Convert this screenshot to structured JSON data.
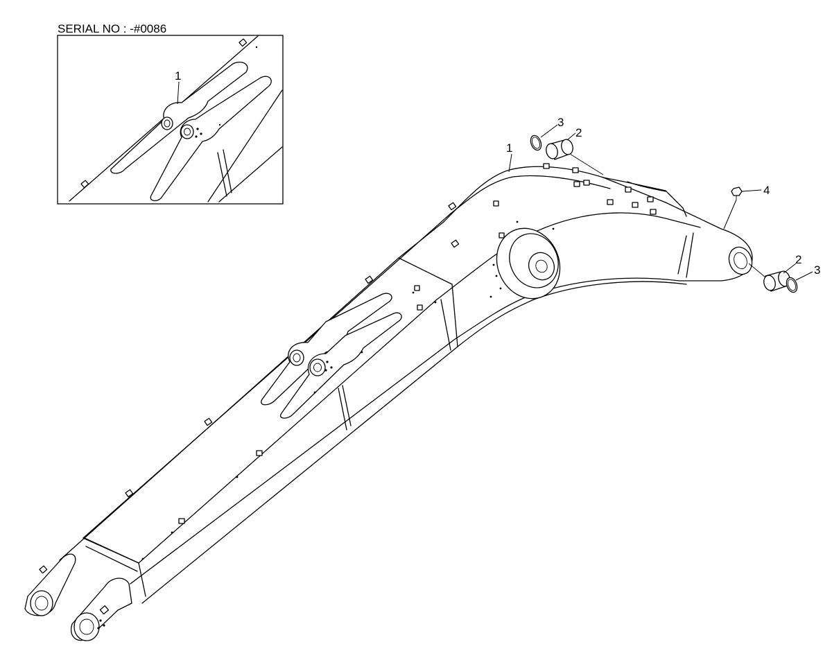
{
  "header": {
    "serial_text": "SERIAL NO : -#0086"
  },
  "callouts": {
    "inset_part": "1",
    "main_boom_part": "1",
    "upper_bushing": "2",
    "upper_ring": "3",
    "fitting": "4",
    "lower_bushing": "2",
    "lower_ring": "3"
  }
}
